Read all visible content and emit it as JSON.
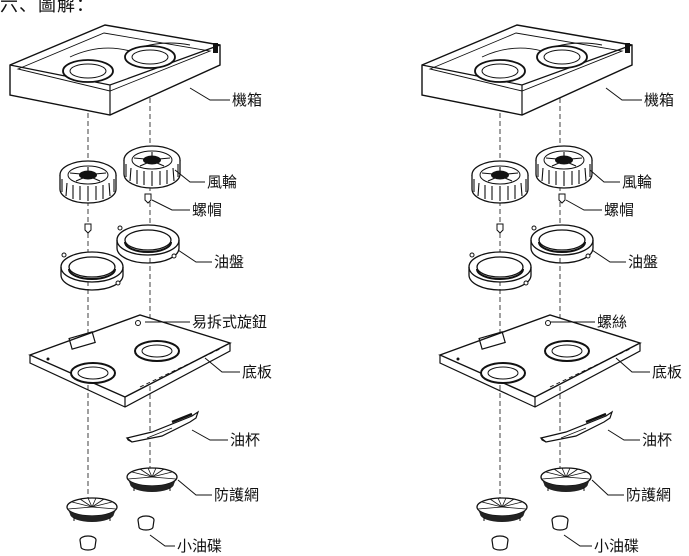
{
  "header": {
    "text": "六、圖解："
  },
  "left": {
    "labels": {
      "cabinet": "機箱",
      "fan": "風輪",
      "nut": "螺帽",
      "oil_ring": "油盤",
      "knob": "易拆式旋鈕",
      "base": "底板",
      "oil_cup": "油杯",
      "guard": "防護網",
      "dish": "小油碟"
    }
  },
  "right": {
    "labels": {
      "cabinet": "機箱",
      "fan": "風輪",
      "nut": "螺帽",
      "oil_ring": "油盤",
      "screw": "螺絲",
      "base": "底板",
      "oil_cup": "油杯",
      "guard": "防護網",
      "dish": "小油碟"
    }
  }
}
